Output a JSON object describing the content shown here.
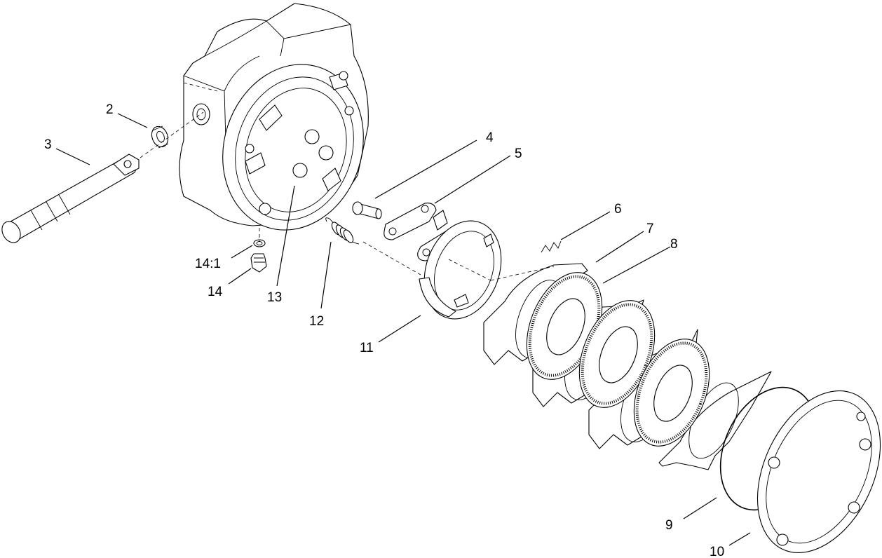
{
  "callouts": {
    "c2": "2",
    "c3": "3",
    "c4": "4",
    "c5": "5",
    "c6": "6",
    "c7": "7",
    "c8": "8",
    "c9": "9",
    "c10": "10",
    "c11": "11",
    "c12": "12",
    "c13": "13",
    "c14": "14",
    "c14_1": "14:1"
  }
}
